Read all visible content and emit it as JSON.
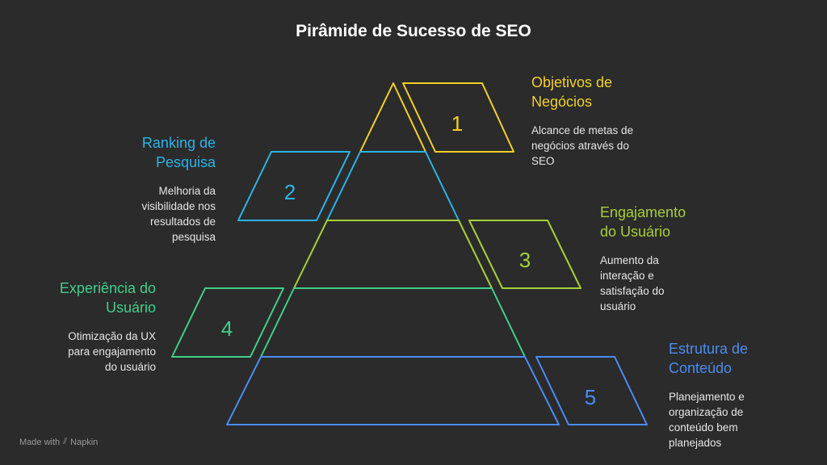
{
  "title": "Pirâmide de Sucesso de SEO",
  "levels": [
    {
      "number": "1",
      "heading_line1": "Objetivos de",
      "heading_line2": "Negócios",
      "description_lines": [
        "Alcance de metas de",
        "negócios através do",
        "SEO"
      ],
      "color": "#f2d027"
    },
    {
      "number": "2",
      "heading_line1": "Ranking de",
      "heading_line2": "Pesquisa",
      "description_lines": [
        "Melhoria da",
        "visibilidade nos",
        "resultados de",
        "pesquisa"
      ],
      "color": "#2ab4e8"
    },
    {
      "number": "3",
      "heading_line1": "Engajamento",
      "heading_line2": "do Usuário",
      "description_lines": [
        "Aumento da",
        "interação e",
        "satisfação do",
        "usuário"
      ],
      "color": "#a6cf3a"
    },
    {
      "number": "4",
      "heading_line1": "Experiência do",
      "heading_line2": "Usuário",
      "description_lines": [
        "Otimização da UX",
        "para engajamento",
        "do usuário"
      ],
      "color": "#3fd08a"
    },
    {
      "number": "5",
      "heading_line1": "Estrutura de",
      "heading_line2": "Conteúdo",
      "description_lines": [
        "Planejamento e",
        "organização de",
        "conteúdo bem",
        "planejados"
      ],
      "color": "#4a8cf0"
    }
  ],
  "footer": {
    "made_with": "Made with",
    "brand": "Napkin",
    "icon": "napkin-logo-icon"
  }
}
